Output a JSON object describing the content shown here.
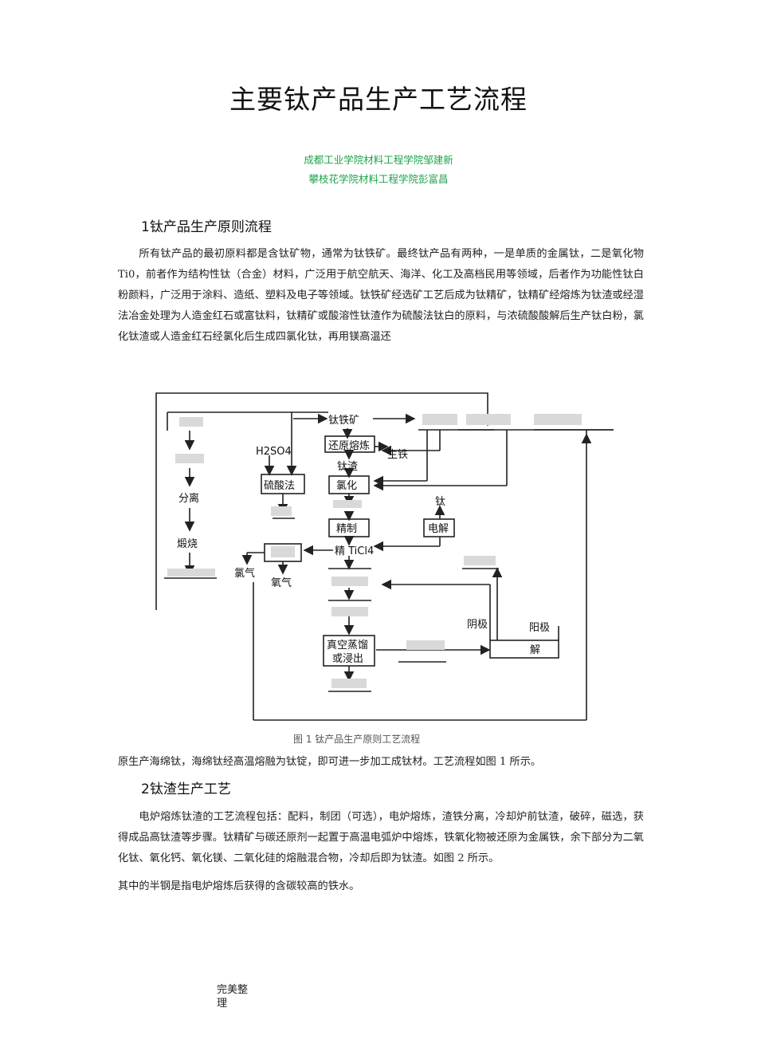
{
  "title": "主要钛产品生产工艺流程",
  "authors": [
    "成都工业学院材料工程学院邹建新",
    "攀枝花学院材料工程学院彭富昌"
  ],
  "section1": {
    "heading": "1钛产品生产原则流程",
    "paragraph": "所有钛产品的最初原料都是含钛矿物，通常为钛铁矿。最终钛产品有两种，一是单质的金属钛，二是氧化物 Ti0，前者作为结构性钛（合金）材料，广泛用于航空航天、海洋、化工及高档民用等领域，后者作为功能性钛白粉颜料，广泛用于涂料、造纸、塑料及电子等领域。钛铁矿经选矿工艺后成为钛精矿，钛精矿经熔炼为钛渣或经湿法冶金处理为人造金红石或富钛料，钛精矿或酸溶性钛渣作为硫酸法钛白的原料，与浓硫酸酸解后生产钛白粉，氯化钛渣或人造金红石经氯化后生成四氯化钛，再用镁高温还",
    "continuation": "原生产海绵钛，海绵钛经高温熔融为钛锭，即可进一步加工成钛材。工艺流程如图 1 所示。"
  },
  "figure1": {
    "caption": "图 1 钛产品生产原则工艺流程",
    "labels": {
      "ilmenite": "钛铁矿",
      "reduction_smelting": "还原熔炼",
      "pig_iron": "生铁",
      "h2so4": "H2SO4",
      "ti_slag": "钛渣",
      "sulfuric_process": "硫酸法",
      "chlorination": "氯化",
      "separation": "分离",
      "calcination": "煅烧",
      "refining": "精制",
      "refined_ticl4": "精 TiCl4",
      "titanium": "钛",
      "electrolysis": "电解",
      "chlorine_1": "氯气",
      "oxygen": "氧气",
      "cathode": "阴极",
      "anode": "阳极",
      "vacuum_distillation": "真空蒸馏",
      "or_leaching": "或浸出",
      "electrolysis_2": "解"
    }
  },
  "section2": {
    "heading": "2钛渣生产工艺",
    "paragraph": "电炉熔炼钛渣的工艺流程包括：配料，制团（可选），电炉熔炼，渣铁分离，冷却炉前钛渣，破碎，磁选，获得成品高钛渣等步骤。钛精矿与碳还原剂一起置于高温电弧炉中熔炼，铁氧化物被还原为金属铁，余下部分为二氧化钛、氧化钙、氧化镁、二氧化硅的熔融混合物，冷却后即为钛渣。如图 2 所示。",
    "last_line": "其中的半钢是指电炉熔炼后获得的含碳较高的铁水。"
  },
  "footer": "完美整理"
}
